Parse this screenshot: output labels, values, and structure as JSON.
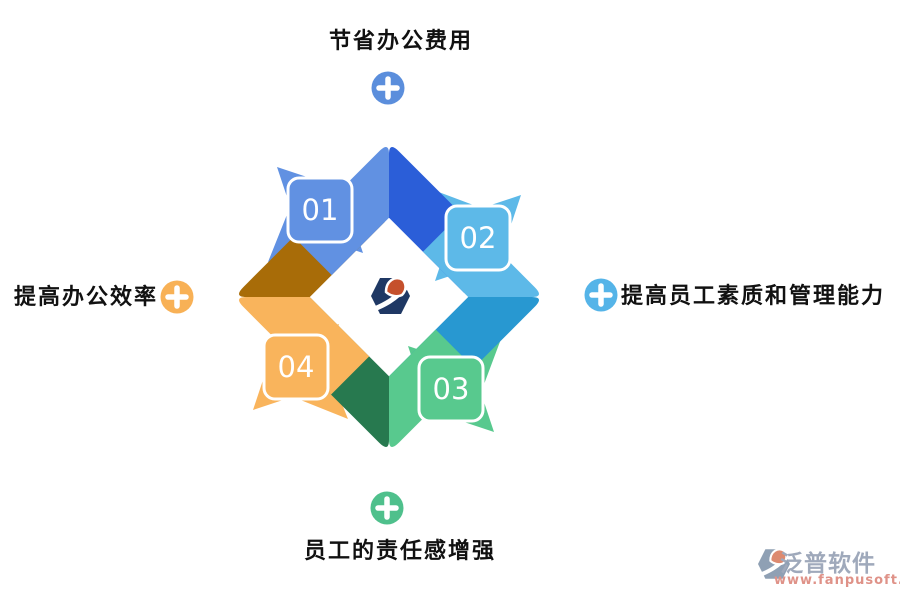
{
  "diagram": {
    "callouts": {
      "top": {
        "label": "节省办公费用",
        "plus_color": "#5b8edc"
      },
      "right": {
        "label": "提高员工素质和管理能力",
        "plus_color": "#55b4e8"
      },
      "bottom": {
        "label": "员工的责任感增强",
        "plus_color": "#4fc08c"
      },
      "left": {
        "label": "提高办公效率",
        "plus_color": "#f8b156"
      }
    },
    "steps": [
      {
        "number": "01",
        "arrow_color": "#6191e2",
        "fold_color": "#2b5ed8"
      },
      {
        "number": "02",
        "arrow_color": "#5db9e8",
        "fold_color": "#2898d1"
      },
      {
        "number": "03",
        "arrow_color": "#58c98e",
        "fold_color": "#27794f"
      },
      {
        "number": "04",
        "arrow_color": "#f9b45c",
        "fold_color": "#a86c08"
      }
    ],
    "center_logo": {
      "hex_color": "#1f3864",
      "accent_color": "#c5502c"
    }
  },
  "watermark": {
    "brand": "泛普软件",
    "url": "www.fanpusoft.com",
    "brand_color": "#9fa9bb",
    "url_color": "#df9288",
    "logo_hex_color": "#8fa0b4",
    "logo_accent_color": "#dd8a70"
  }
}
